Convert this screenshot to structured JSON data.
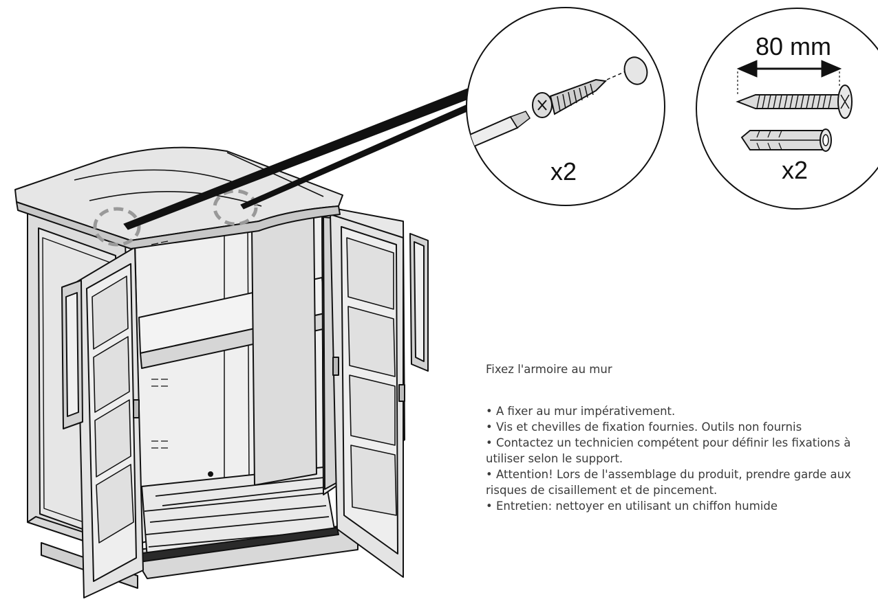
{
  "callouts": {
    "left": {
      "quantity": "x2",
      "tool": "screwdriver",
      "hardware": "screw"
    },
    "right": {
      "dimension": "80 mm",
      "quantity": "x2",
      "hardware": [
        "screw",
        "wall-plug"
      ]
    }
  },
  "instructions": {
    "heading": "Fixez l'armoire au mur",
    "bullets": [
      "A fixer au mur impérativement.",
      "Vis et chevilles de fixation fournies. Outils non fournis",
      "Contactez un technicien compétent pour définir les fixations à utiliser selon le support.",
      "Attention! Lors de l'assemblage du produit, prendre garde aux risques de cisaillement et de pincement.",
      "Entretien: nettoyer en utilisant un chiffon humide"
    ]
  }
}
